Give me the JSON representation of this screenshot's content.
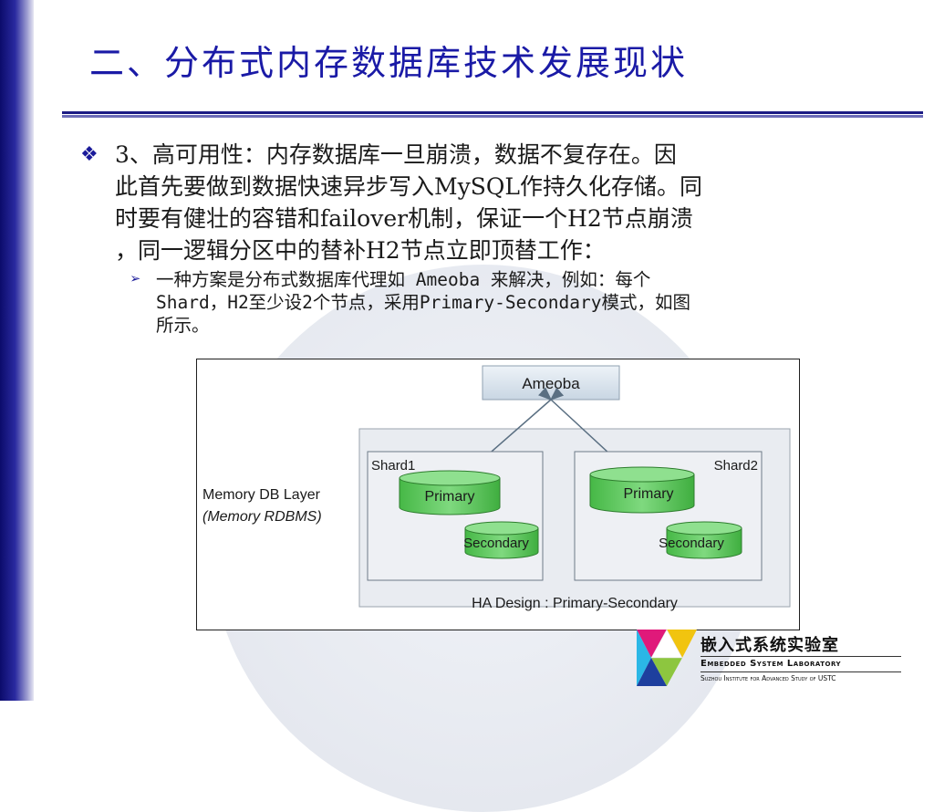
{
  "slide": {
    "title": "二、分布式内存数据库技术发展现状"
  },
  "bullets": [
    {
      "icon": "diamond-bullet-icon",
      "lines": [
        "3、高可用性：内存数据库一旦崩溃，数据不复存在。因",
        "此首先要做到数据快速异步写入MySQL作持久化存储。同",
        "时要有健壮的容错和failover机制，保证一个H2节点崩溃",
        "，同一逻辑分区中的替补H2节点立即顶替工作："
      ]
    }
  ],
  "sub_bullets": [
    {
      "icon": "arrow-bullet-icon",
      "lines": [
        "一种方案是分布式数据库代理如 Ameoba 来解决，例如：每个",
        "Shard，H2至少设2个节点，采用Primary-Secondary模式，如图",
        "所示。"
      ]
    }
  ],
  "diagram": {
    "top_node": "Ameoba",
    "layer_label": "Memory DB Layer",
    "layer_sublabel": "(Memory RDBMS)",
    "shards": [
      {
        "name": "Shard1",
        "primary": "Primary",
        "secondary": "Secondary"
      },
      {
        "name": "Shard2",
        "primary": "Primary",
        "secondary": "Secondary"
      }
    ],
    "caption": "HA Design : Primary-Secondary",
    "colors": {
      "node_fill": "#dfe8f2",
      "db_fill": "#5cc45c",
      "panel_fill": "#e9ecf1"
    }
  },
  "logo": {
    "name_cn": "嵌入式系统实验室",
    "name_en": "Embedded System Laboratory",
    "sub_en": "Suzhou Institute for Advanced Study of USTC",
    "colors": [
      "#1e3f9e",
      "#f1c40f",
      "#e0197a",
      "#2bb7e6",
      "#8dc63f"
    ]
  }
}
